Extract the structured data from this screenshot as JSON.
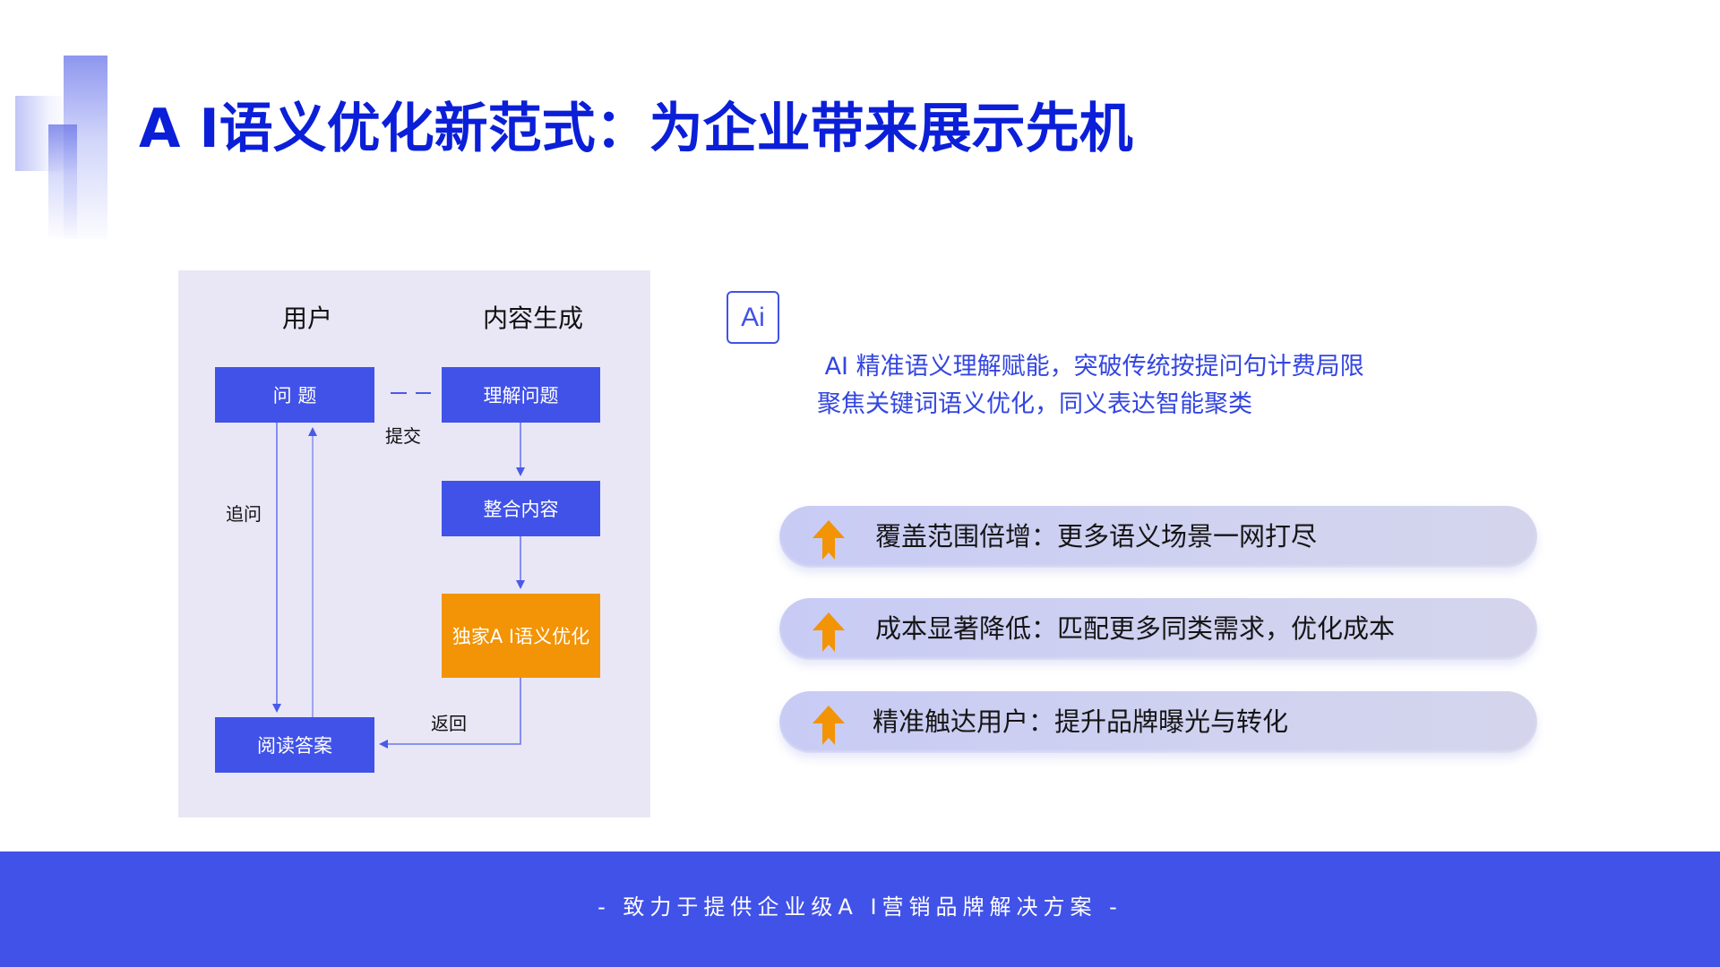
{
  "slide": {
    "title": "A I语义优化新范式：为企业带来展示先机",
    "colors": {
      "title": "#0b1fd8",
      "primary": "#4152e8",
      "accent_orange": "#f29406",
      "panel_bg": "#e9e7f6",
      "pill_bg": "#cdd0f2",
      "desc_text": "#3346e0"
    }
  },
  "diagram": {
    "columns": [
      {
        "label": "用户"
      },
      {
        "label": "内容生成"
      }
    ],
    "nodes": [
      {
        "id": "question",
        "label": "问 题",
        "color": "#4152e8"
      },
      {
        "id": "understand",
        "label": "理解问题",
        "color": "#4152e8"
      },
      {
        "id": "integrate",
        "label": "整合内容",
        "color": "#4152e8"
      },
      {
        "id": "ai_optimize",
        "label": "独家A I语义优化",
        "color": "#f29406"
      },
      {
        "id": "read_answer",
        "label": "阅读答案",
        "color": "#4152e8"
      }
    ],
    "edges": [
      {
        "from": "question",
        "to": "understand",
        "label": "提交",
        "style": "dashed"
      },
      {
        "from": "understand",
        "to": "integrate",
        "label": ""
      },
      {
        "from": "integrate",
        "to": "ai_optimize",
        "label": ""
      },
      {
        "from": "ai_optimize",
        "to": "read_answer",
        "label": "返回"
      },
      {
        "from": "question",
        "to": "read_answer",
        "label": "追问"
      },
      {
        "from": "read_answer",
        "to": "question",
        "label": ""
      }
    ]
  },
  "right": {
    "icon": {
      "name": "ai-icon",
      "text": "Ai"
    },
    "description": [
      " AI 精准语义理解赋能，突破传统按提问句计费局限",
      "聚焦关键词语义优化，同义表达智能聚类"
    ],
    "benefits": [
      {
        "icon": "arrow-up-icon",
        "text": "覆盖范围倍增：更多语义场景一网打尽"
      },
      {
        "icon": "arrow-up-icon",
        "text": "成本显著降低：匹配更多同类需求，优化成本"
      },
      {
        "icon": "arrow-up-icon",
        "text": " 精准触达用户：提升品牌曝光与转化"
      }
    ]
  },
  "footer": {
    "tagline": "- 致力于提供企业级A I营销品牌解决方案 -"
  }
}
